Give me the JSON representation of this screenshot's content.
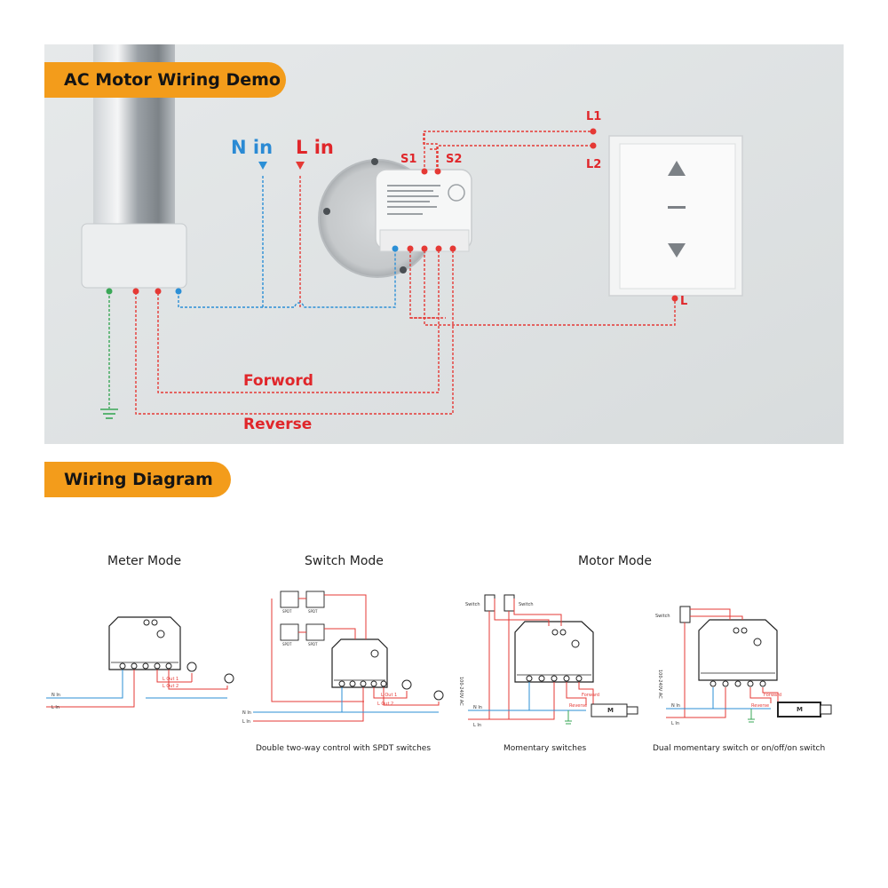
{
  "banners": {
    "demo_title": "AC Motor Wiring Demo",
    "diagram_title": "Wiring Diagram"
  },
  "colors": {
    "banner_orange": "#f39c1b",
    "wire_red": "#e53935",
    "wire_blue": "#2b8fd6",
    "wire_green": "#3aa757",
    "label_red": "#e0262a",
    "label_blue": "#2a8ad4"
  },
  "demo": {
    "n_in": "N in",
    "l_in": "L in",
    "s1": "S1",
    "s2": "S2",
    "l1": "L1",
    "l2": "L2",
    "l": "L",
    "forward": "Forword",
    "reverse": "Reverse"
  },
  "modes": {
    "meter": "Meter Mode",
    "switch": "Switch Mode",
    "motor": "Motor Mode"
  },
  "diagram_labels": {
    "n_in": "N In",
    "l_in": "L In",
    "l_out_1": "L Out 1",
    "l_out_2": "L Out 2",
    "switch": "Switch",
    "spdt": "SPDT",
    "voltage": "100-240V AC",
    "forward": "Forward",
    "reverse": "Reverse",
    "motor": "M"
  },
  "captions": {
    "switch_mode": "Double two-way control with SPDT switches",
    "momentary": "Momentary switches",
    "dual": "Dual momentary switch or on/off/on switch"
  }
}
